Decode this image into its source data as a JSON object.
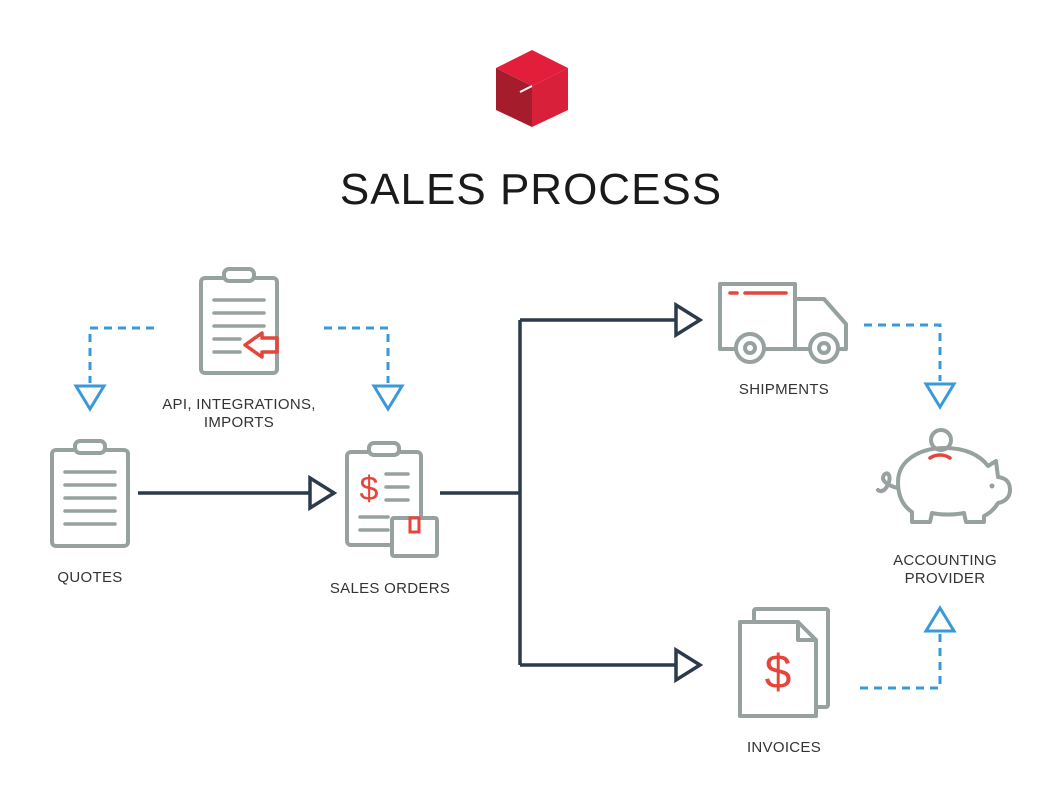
{
  "title": "SALES PROCESS",
  "logo": {
    "icon": "red-cube-logo",
    "colors": [
      "#e31e3a",
      "#b51a2b",
      "#8f1422"
    ]
  },
  "nodes": {
    "api": {
      "line1": "API, INTEGRATIONS,",
      "line2": "IMPORTS",
      "icon": "clipboard-import-icon"
    },
    "quotes": {
      "label": "QUOTES",
      "icon": "clipboard-icon"
    },
    "sales_orders": {
      "label": "SALES ORDERS",
      "icon": "clipboard-dollar-icon"
    },
    "shipments": {
      "label": "SHIPMENTS",
      "icon": "truck-icon"
    },
    "invoices": {
      "label": "INVOICES",
      "icon": "invoice-dollar-icon"
    },
    "accounting": {
      "line1": "ACCOUNTING",
      "line2": "PROVIDER",
      "icon": "piggy-bank-icon"
    }
  },
  "colors": {
    "icon_stroke": "#97a1a0",
    "accent_red": "#e5453a",
    "flow_dark": "#2c3a4c",
    "data_blue": "#3a9ad9"
  }
}
